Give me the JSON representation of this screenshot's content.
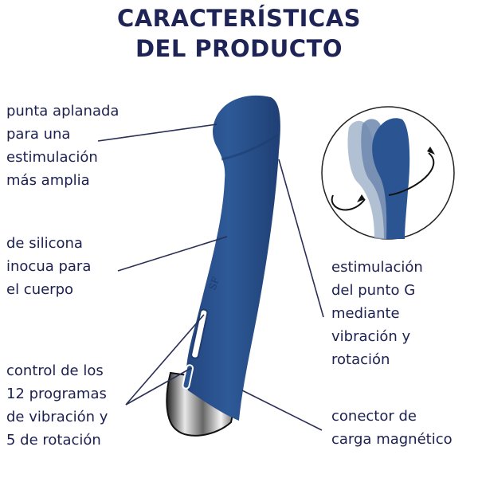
{
  "title": {
    "line1": "CARACTERÍSTICAS",
    "line2": "DEL PRODUCTO"
  },
  "colors": {
    "title": "#1f2456",
    "text": "#1c2150",
    "product_blue": "#2b5592",
    "product_blue_dark": "#1e3f73",
    "leader_lines": "#2a2f55"
  },
  "features": [
    {
      "id": "tip",
      "text": "punta aplanada\npara una\nestimulación\nmás amplia"
    },
    {
      "id": "silicone",
      "text": "de silicona\ninocua para\nel cuerpo"
    },
    {
      "id": "controls",
      "text": "control de los\n12 programas\nde vibración y\n5 de rotación"
    },
    {
      "id": "gspot",
      "text": "estimulación\ndel punto G\nmediante\nvibración y\nrotación"
    },
    {
      "id": "charger",
      "text": "conector de\ncarga magnético"
    }
  ],
  "icons": {
    "product": "vibrator-illustration",
    "rotation_inset": "rotation-arrows-icon"
  }
}
